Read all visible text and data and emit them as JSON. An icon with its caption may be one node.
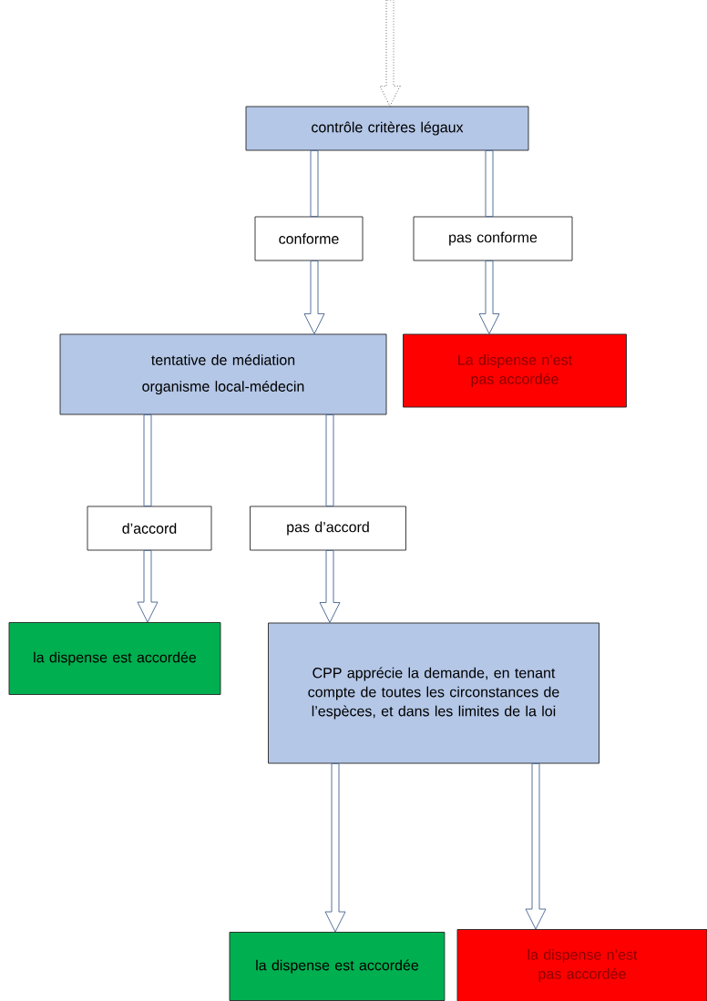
{
  "diagram": {
    "nodes": [
      {
        "text": [
          "contrôle critères légaux"
        ]
      },
      {
        "text": [
          "conforme"
        ]
      },
      {
        "text": [
          "pas conforme"
        ]
      },
      {
        "text": [
          "tentative de médiation",
          "organisme local-médecin"
        ]
      },
      {
        "text": [
          "La dispense n’est pas accordée"
        ]
      },
      {
        "text": [
          "d’accord"
        ]
      },
      {
        "text": [
          "pas d’accord"
        ]
      },
      {
        "text": [
          "la dispense est accordée"
        ]
      },
      {
        "text": [
          "CPP apprécie la demande, en tenant compte de toutes les circonstances de l’espèces, et dans les limites de la loi"
        ]
      },
      {
        "text": [
          "la dispense est accordée"
        ]
      },
      {
        "text": [
          "la dispense n’est pas accordée"
        ]
      }
    ],
    "edges": [
      {
        "from": null,
        "to": 0,
        "arrow": "to",
        "style": "dashed"
      },
      {
        "from": 0,
        "to": 1,
        "arrow": "none"
      },
      {
        "from": 1,
        "to": 3,
        "arrow": "to"
      },
      {
        "from": 0,
        "to": 2,
        "arrow": "none"
      },
      {
        "from": 2,
        "to": 4,
        "arrow": "to"
      },
      {
        "from": 3,
        "to": 5,
        "arrow": "none"
      },
      {
        "from": 5,
        "to": 7,
        "arrow": "to"
      },
      {
        "from": 3,
        "to": 6,
        "arrow": "none"
      },
      {
        "from": 6,
        "to": 8,
        "arrow": "to"
      },
      {
        "from": 8,
        "to": 9,
        "arrow": "to"
      },
      {
        "from": 8,
        "to": 10,
        "arrow": "to"
      }
    ]
  }
}
